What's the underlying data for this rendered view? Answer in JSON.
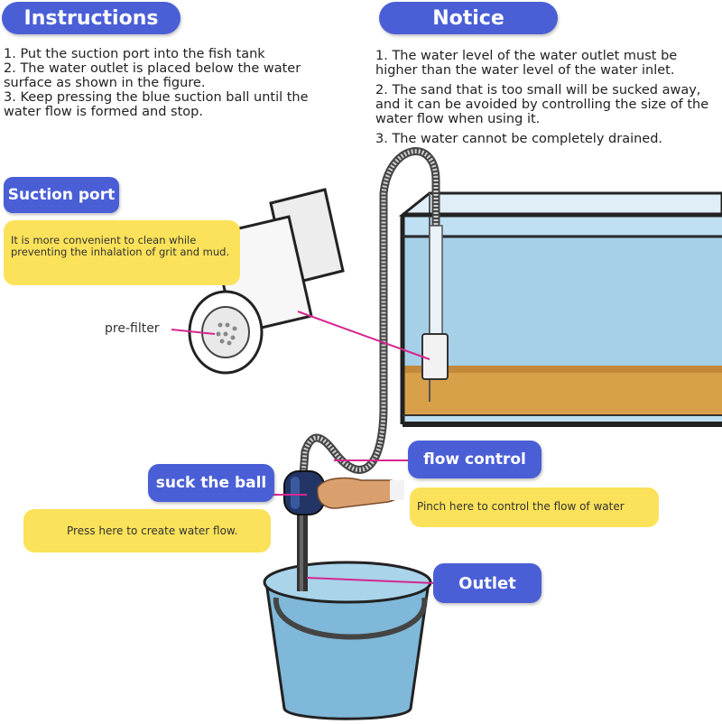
{
  "instructions": {
    "title": "Instructions",
    "steps": [
      "1. Put the suction port into the fish tank",
      "2. The water outlet is placed below the water surface as shown in the figure.",
      "3. Keep pressing the blue suction ball until the water flow is formed and stop."
    ]
  },
  "notice": {
    "title": "Notice",
    "items": [
      "1. The water level of the water outlet must be higher than the water level of the water inlet.",
      "2. The sand that is too small will be sucked away, and it can be avoided by controlling the size of the water flow when using it.",
      "3. The water cannot be completely drained."
    ]
  },
  "suction_port": {
    "label": "Suction port",
    "note": "It is more convenient to clean while preventing the inhalation of grit and mud.",
    "prefilter_label": "pre-filter"
  },
  "flow_control": {
    "label": "flow control",
    "note": "Pinch here to control the flow of water"
  },
  "suck_ball": {
    "label": "suck the ball",
    "note": "Press here to create water flow."
  },
  "outlet": {
    "label": "Outlet"
  },
  "colors": {
    "label_blue": "#4a5fd6",
    "note_yellow": "#fbe25a",
    "pointer_magenta": "#d6268f",
    "water": "#a9d2ea",
    "sand": "#d9a04a"
  }
}
